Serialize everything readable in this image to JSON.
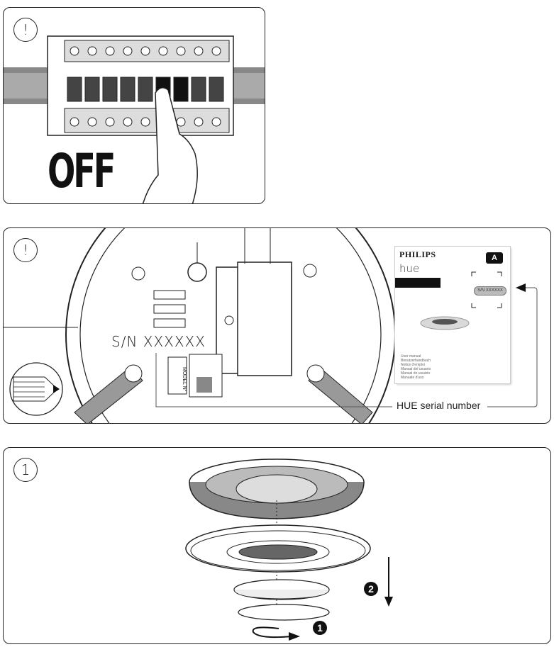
{
  "panel1": {
    "badge": "!",
    "status_text": "OFF"
  },
  "panel2": {
    "badge": "!",
    "serial_text": "S/N XXXXXX",
    "serial_label": "HUE serial number",
    "model_label": "MODEL N°",
    "manual": {
      "brand": "PHILIPS",
      "product": "hue",
      "badge_text": "A",
      "serial_mini": "S/N XXXXXX",
      "languages": "User manual\nBenutzerhandbuch\nNotice d'emploi\nManual del usuario\nManual do usuário\nManuale d'uso"
    }
  },
  "panel3": {
    "badge": "1",
    "step_one": "1",
    "step_two": "2"
  }
}
